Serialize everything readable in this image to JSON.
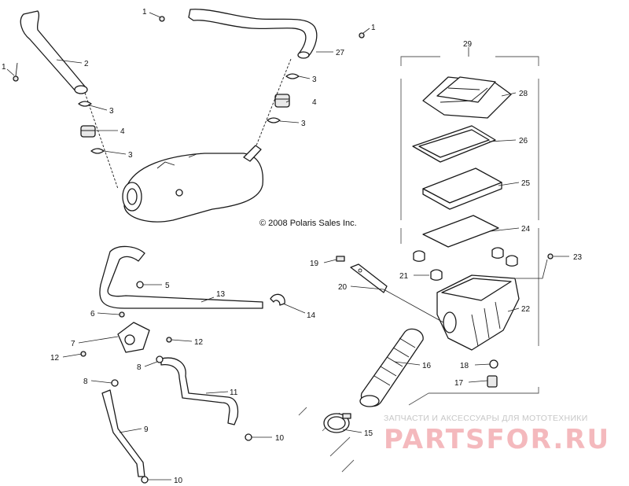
{
  "copyright": "© 2008 Polaris Sales Inc.",
  "watermark": {
    "tagline": "ЗАПЧАСТИ И АКСЕССУАРЫ ДЛЯ МОТОТЕХНИКИ",
    "logo_text": "PARTSFOR.RU",
    "logo_color": "#f4b9bd"
  },
  "callouts": {
    "c1a": "1",
    "c1b": "1",
    "c1c": "1",
    "c2": "2",
    "c3a": "3",
    "c3b": "3",
    "c3c": "3",
    "c3d": "3",
    "c4a": "4",
    "c4b": "4",
    "c5": "5",
    "c6": "6",
    "c7": "7",
    "c8a": "8",
    "c8b": "8",
    "c9": "9",
    "c10a": "10",
    "c10b": "10",
    "c11": "11",
    "c12a": "12",
    "c12b": "12",
    "c13": "13",
    "c14": "14",
    "c15": "15",
    "c16": "16",
    "c17": "17",
    "c18": "18",
    "c19": "19",
    "c20": "20",
    "c21": "21",
    "c22": "22",
    "c23": "23",
    "c24": "24",
    "c25": "25",
    "c26": "26",
    "c27": "27",
    "c28": "28",
    "c29": "29"
  }
}
